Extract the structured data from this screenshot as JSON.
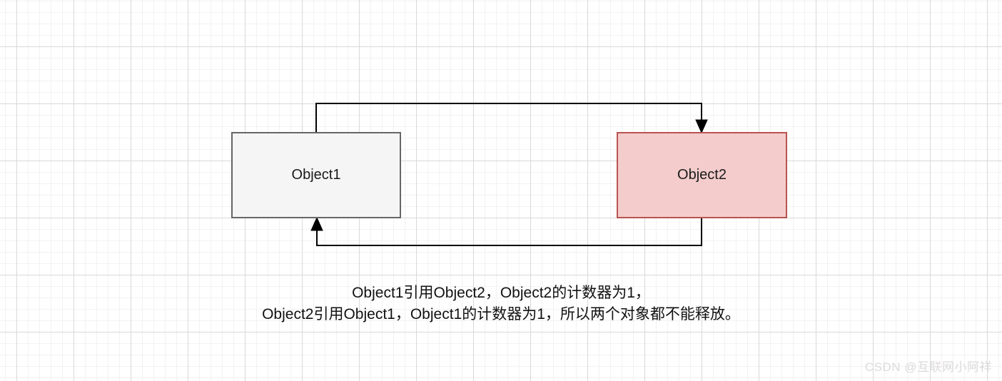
{
  "diagram": {
    "nodes": [
      {
        "id": "object1",
        "label": "Object1",
        "fill": "#f5f5f5",
        "stroke": "#666666"
      },
      {
        "id": "object2",
        "label": "Object2",
        "fill": "#f4cccc",
        "stroke": "#b85450"
      }
    ],
    "edges": [
      {
        "from": "object1",
        "to": "object2",
        "direction": "Object1 top -> Object2 top"
      },
      {
        "from": "object2",
        "to": "object1",
        "direction": "Object2 bottom -> Object1 bottom"
      }
    ],
    "caption": {
      "line1": "Object1引用Object2，Object2的计数器为1，",
      "line2": "Object2引用Object1，Object1的计数器为1，所以两个对象都不能释放。"
    }
  },
  "watermark": "CSDN @互联网小阿祥",
  "colors": {
    "connector": "#000000",
    "grid_minor": "#f4f1f1",
    "grid_major": "#d9d9d9",
    "background": "#ffffff",
    "caption_text": "#111111",
    "watermark_text": "#dcdada"
  }
}
